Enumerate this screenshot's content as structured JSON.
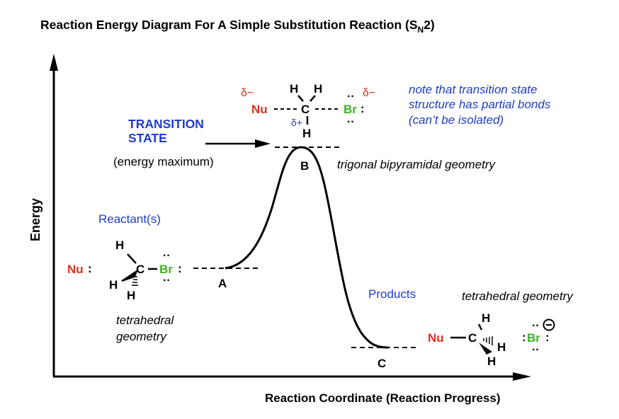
{
  "title": {
    "main": "Reaction Energy Diagram For A Simple Substitution Reaction (S",
    "subscript": "N",
    "suffix": "2)"
  },
  "axes": {
    "y_label": "Energy",
    "x_label": "Reaction Coordinate (Reaction Progress)"
  },
  "points": {
    "A": "A",
    "B": "B",
    "C": "C"
  },
  "transition_state": {
    "label_line1": "TRANSITION",
    "label_line2": "STATE",
    "sublabel": "(energy maximum)",
    "geometry": "trigonal bipyramidal geometry",
    "note_line1": "note that transition state",
    "note_line2": "structure has partial bonds",
    "note_line3": "(can’t be isolated)",
    "structure": {
      "nu": "Nu",
      "c": "C",
      "br": "Br",
      "h": "H",
      "delta_minus": "δ−",
      "delta_plus": "δ+",
      "lone_pair": "··",
      "colon": ":"
    }
  },
  "reactants": {
    "label": "Reactant(s)",
    "geometry_line1": "tetrahedral",
    "geometry_line2": "geometry",
    "structure": {
      "nu": "Nu",
      "colon": ":",
      "c": "C",
      "br": "Br",
      "h": "H",
      "lone_pair": "··"
    }
  },
  "products": {
    "label": "Products",
    "geometry": "tetrahedral geometry",
    "structure": {
      "nu": "Nu",
      "c": "C",
      "br": "Br",
      "h": "H",
      "charge": "−",
      "lone_pair": "··",
      "colon": ":"
    }
  },
  "colors": {
    "nu": "#e0301e",
    "br": "#3cb521",
    "blue_text": "#1f3ccc",
    "line": "#000000"
  },
  "chart_data": {
    "type": "line",
    "title": "Reaction Energy Diagram For A Simple Substitution Reaction (SN2)",
    "xlabel": "Reaction Coordinate (Reaction Progress)",
    "ylabel": "Energy",
    "points": [
      {
        "label": "A",
        "name": "Reactant(s)",
        "x": 0.36,
        "energy": 0.33
      },
      {
        "label": "B",
        "name": "Transition state",
        "x": 0.52,
        "energy": 0.71
      },
      {
        "label": "C",
        "name": "Products",
        "x": 0.7,
        "energy": 0.09
      }
    ],
    "axis_units": "relative (no numeric ticks shown)"
  }
}
